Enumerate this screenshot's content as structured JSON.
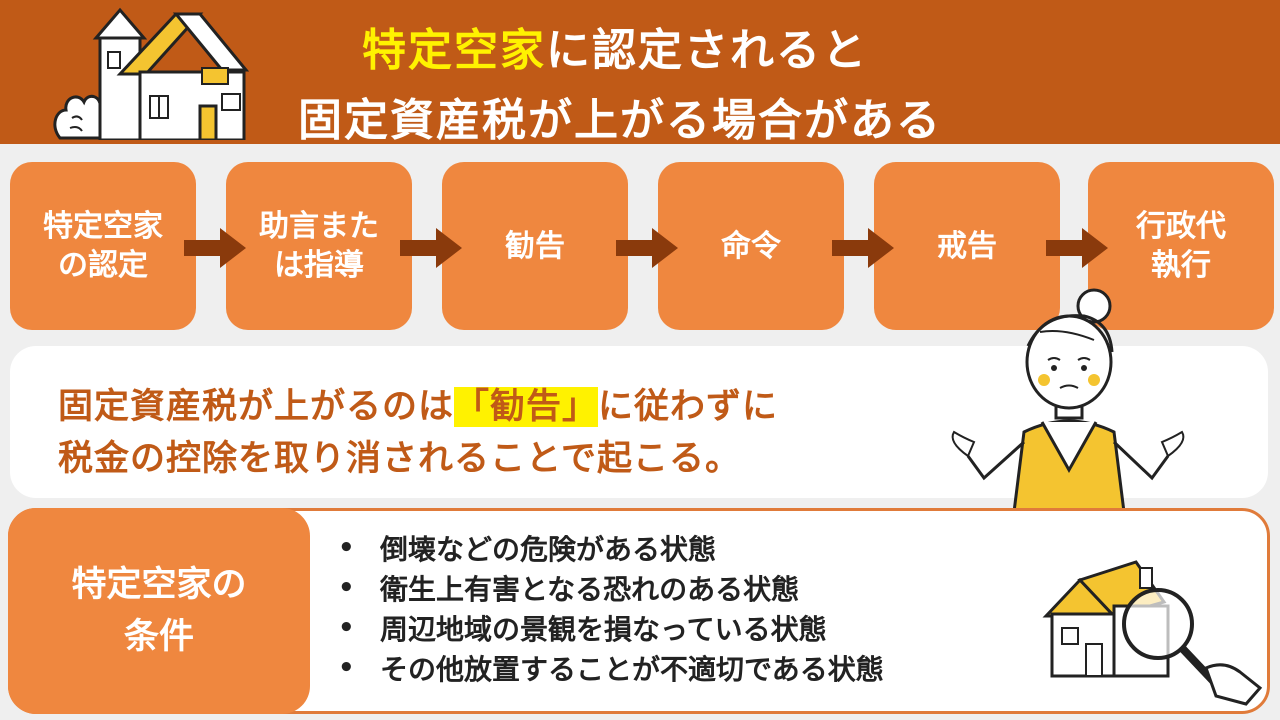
{
  "header": {
    "title_highlight": "特定空家",
    "title_line1_rest": "に認定されると",
    "title_line2": "固定資産税が上がる場合がある"
  },
  "flow": {
    "steps": [
      {
        "label": "特定空家\nの認定"
      },
      {
        "label": "助言また\nは指導"
      },
      {
        "label": "勧告"
      },
      {
        "label": "命令"
      },
      {
        "label": "戒告"
      },
      {
        "label": "行政代\n執行"
      }
    ]
  },
  "message": {
    "line1_before": "固定資産税が上がるのは",
    "line1_highlight": "「勧告」",
    "line1_after": "に従わずに",
    "line2": "税金の控除を取り消されることで起こる。"
  },
  "conditions": {
    "label": "特定空家の\n条件",
    "bullet": "•",
    "items": [
      "倒壊などの危険がある状態",
      "衛生上有害となる恐れのある状態",
      "周辺地域の景観を損なっている状態",
      "その他放置することが不適切である状態"
    ]
  },
  "colors": {
    "header_bg": "#c05a17",
    "step_bg": "#ef873f",
    "arrow": "#8a3a0c",
    "highlight_yellow": "#fff200",
    "accent_text": "#c05a17"
  },
  "icons": {
    "house": "house-illustration",
    "woman": "confused-woman-illustration",
    "inspect": "house-magnifier-illustration"
  }
}
